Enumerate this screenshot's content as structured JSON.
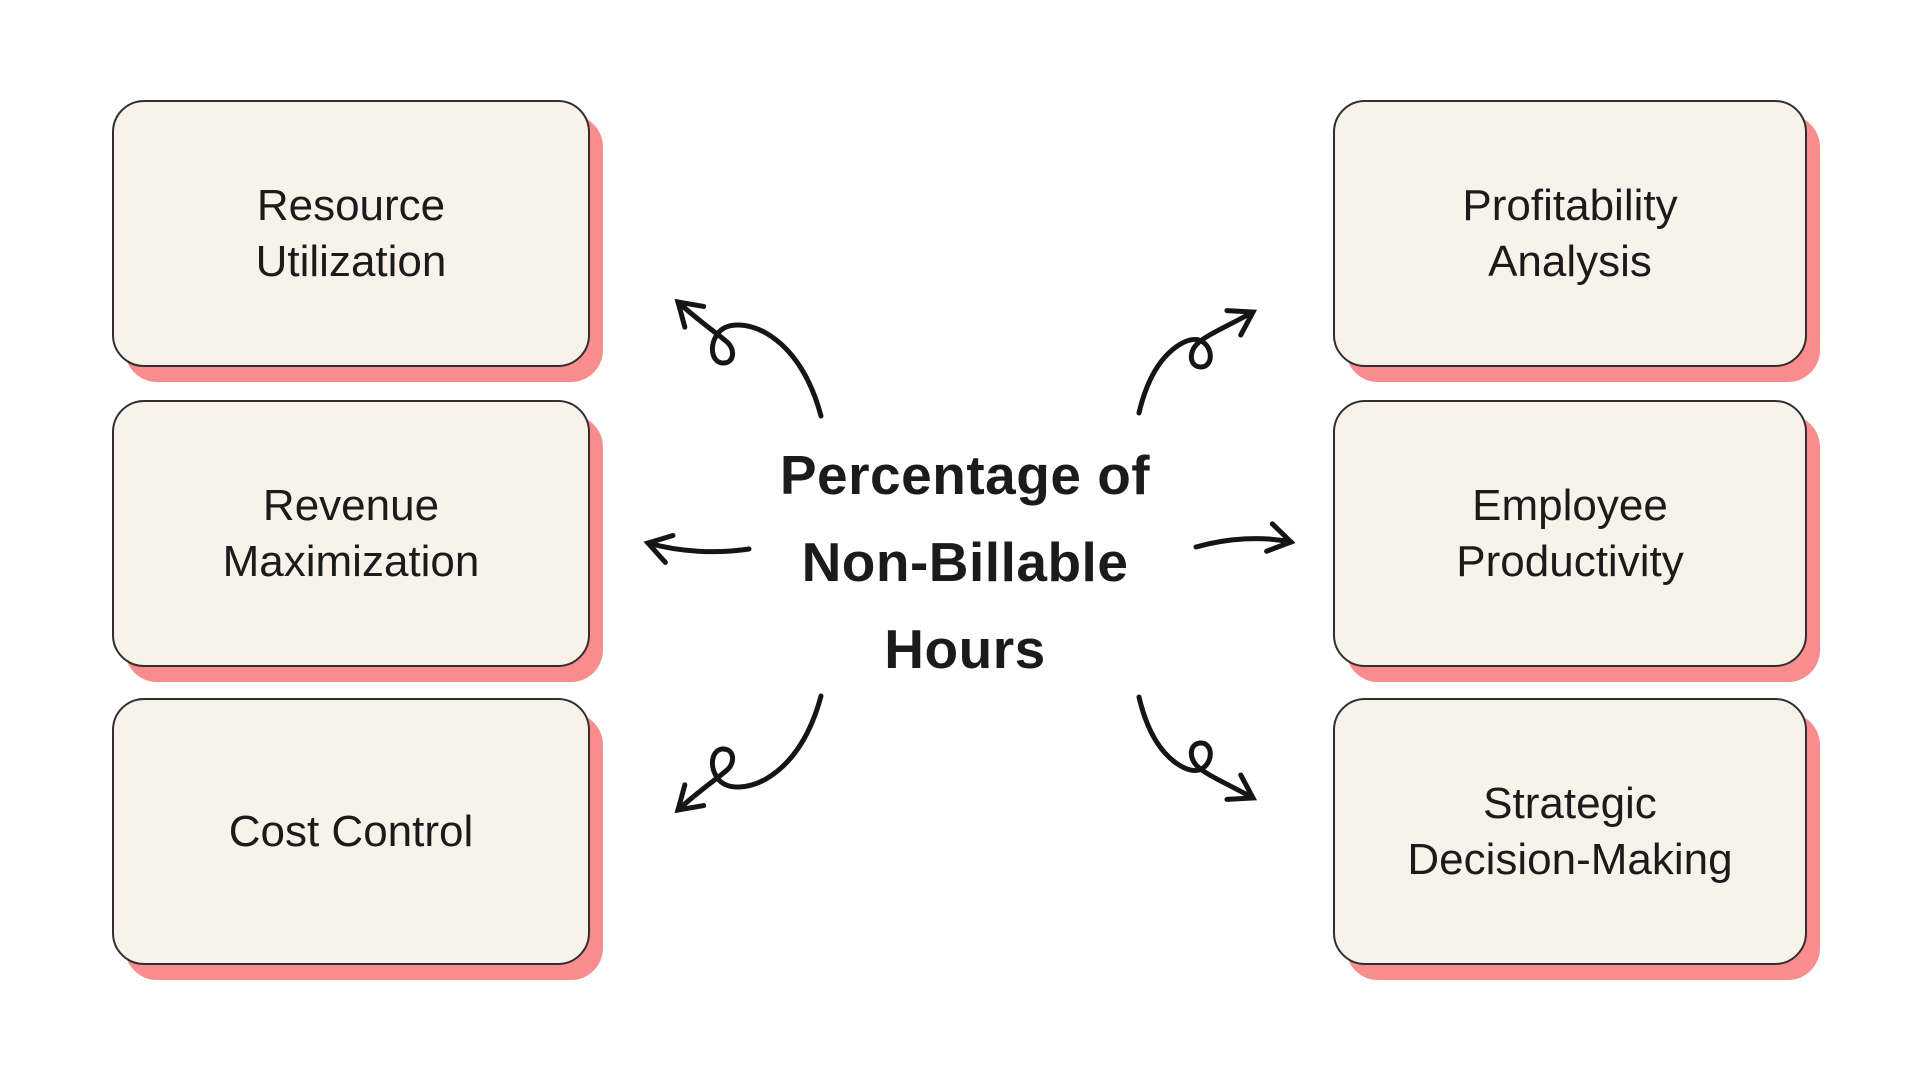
{
  "diagram": {
    "title": "Percentage of\nNon-Billable\nHours",
    "left_items": [
      {
        "label": "Resource\nUtilization"
      },
      {
        "label": "Revenue\nMaximization"
      },
      {
        "label": "Cost Control"
      }
    ],
    "right_items": [
      {
        "label": "Profitability\nAnalysis"
      },
      {
        "label": "Employee\nProductivity"
      },
      {
        "label": "Strategic\nDecision-Making"
      }
    ],
    "colors": {
      "canvas_bg": "#FFFFFF",
      "box_fill": "#F8F2EB",
      "box_border": "#303030",
      "box_shadow": "#F98C8C",
      "text": "#1B1B1B",
      "arrow": "#151515"
    }
  }
}
